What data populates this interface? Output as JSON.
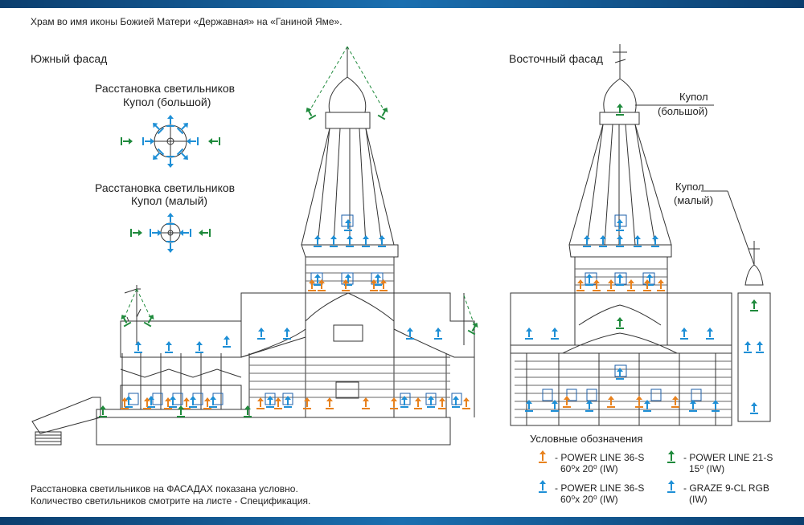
{
  "header": {
    "title": "Храм во имя иконы Божией Матери «Державная» на «Ганиной Яме»."
  },
  "south": {
    "label": "Южный фасад",
    "big_dome_caption_1": "Расстановка светильников",
    "big_dome_caption_2": "Купол (большой)",
    "small_dome_caption_1": "Расстановка светильников",
    "small_dome_caption_2": "Купол (малый)"
  },
  "east": {
    "label": "Восточный фасад",
    "dome_big_1": "Купол",
    "dome_big_2": "(большой)",
    "dome_small_1": "Купол",
    "dome_small_2": "(малый)"
  },
  "legend": {
    "title": "Условные обозначения",
    "items": [
      {
        "name": "- POWER LINE 36-S",
        "spec": "60⁰x 20⁰ (IW)",
        "color": "#e8821e"
      },
      {
        "name": "- POWER LINE 21-S",
        "spec": "15⁰ (IW)",
        "color": "#1f8a3c"
      },
      {
        "name": "- POWER LINE 36-S",
        "spec": "60⁰x 20⁰ (IW)",
        "color": "#1e8fd6"
      },
      {
        "name": "- GRAZE 9-CL RGB",
        "spec": "(IW)",
        "color": "#1e8fd6"
      }
    ]
  },
  "notes": {
    "line1": "Расстановка светильников на ФАСАДАХ показана условно.",
    "line2": "Количество светильников смотрите на листе - Спецификация."
  },
  "colors": {
    "orange": "#e8821e",
    "blue": "#1e8fd6",
    "green": "#1f8a3c",
    "bar": "#0f4f86"
  }
}
